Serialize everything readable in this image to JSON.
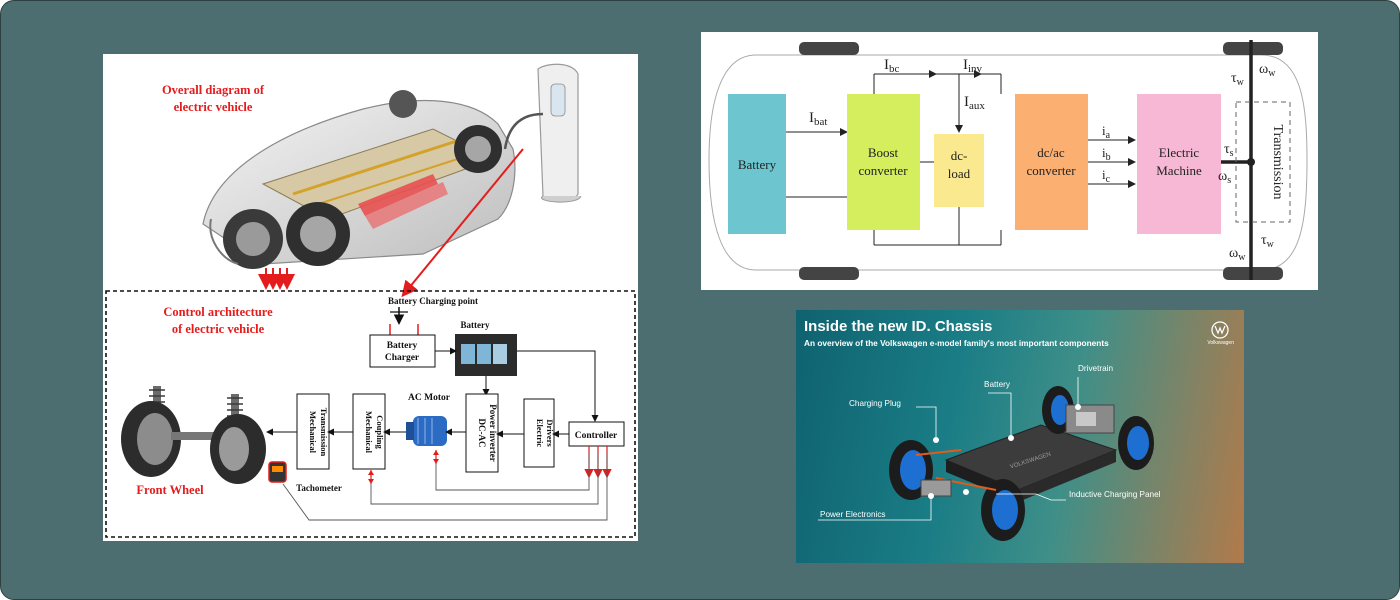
{
  "ev_overview": {
    "overall_title_line1": "Overall diagram of",
    "overall_title_line2": "electric vehicle",
    "control_title_line1": "Control architecture",
    "control_title_line2": "of electric vehicle",
    "charging_point": "Battery Charging point",
    "battery_label": "Battery",
    "charger_line1": "Battery",
    "charger_line2": "Charger",
    "ac_motor": "AC Motor",
    "controller": "Controller",
    "mech_transmission_line1": "Mechanical",
    "mech_transmission_line2": "Transmission",
    "mech_coupling_line1": "Mechanical",
    "mech_coupling_line2": "Coupling",
    "inverter_line1": "DC-AC",
    "inverter_line2": "Power inverter",
    "drivers_line1": "Electric",
    "drivers_line2": "Drivers",
    "front_wheel": "Front Wheel",
    "tachometer": "Tachometer"
  },
  "powertrain": {
    "battery": "Battery",
    "boost_line1": "Boost",
    "boost_line2": "converter",
    "dcload_line1": "dc-",
    "dcload_line2": "load",
    "dcac_line1": "dc/ac",
    "dcac_line2": "converter",
    "machine_line1": "Electric",
    "machine_line2": "Machine",
    "transmission": "Transmission",
    "i_bat": "I",
    "i_bat_sub": "bat",
    "i_bc": "I",
    "i_bc_sub": "bc",
    "i_inv": "I",
    "i_inv_sub": "inv",
    "i_aux": "I",
    "i_aux_sub": "aux",
    "ia": "i",
    "ia_sub": "a",
    "ib": "i",
    "ib_sub": "b",
    "ic": "i",
    "ic_sub": "c",
    "tau_s": "τ",
    "tau_s_sub": "s",
    "omega_s": "ω",
    "omega_s_sub": "s",
    "tau_w": "τ",
    "tau_w_sub": "w",
    "omega_w": "ω",
    "omega_w_sub": "w",
    "colors": {
      "battery": "#6dc6cf",
      "boost": "#d4ee5e",
      "dcload": "#fbe98f",
      "dcac": "#fbb072",
      "machine": "#f6b8d4"
    }
  },
  "vw": {
    "title": "Inside the new ID. Chassis",
    "subtitle": "An overview of the Volkswagen e-model family's most important components",
    "logo_text": "Volkswagen",
    "battery": "Battery",
    "drivetrain": "Drivetrain",
    "charging_plug": "Charging Plug",
    "inductive_panel": "Inductive Charging Panel",
    "power_electronics": "Power Electronics",
    "pack_brand": "VOLKSWAGEN"
  }
}
